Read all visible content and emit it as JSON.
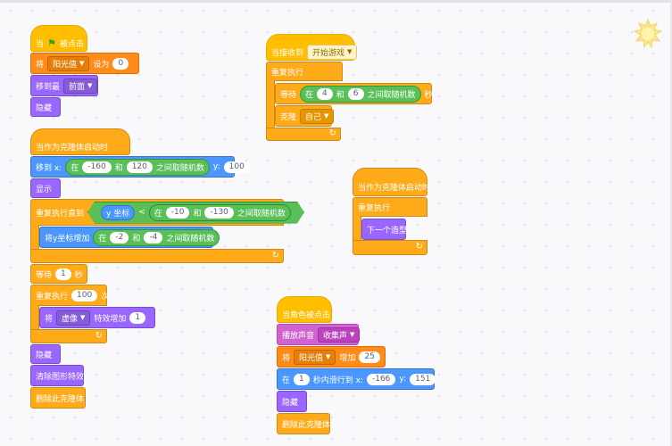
{
  "scripts": {
    "s1": {
      "hat": {
        "prefix": "当",
        "suffix": "被点击"
      },
      "set": {
        "verb": "将",
        "var": "阳光值",
        "mid": "设为",
        "value": "0"
      },
      "layer": {
        "verb": "移到最",
        "option": "前面"
      },
      "hide": "隐藏"
    },
    "s2": {
      "hat": "当作为克隆体启动时",
      "goto": {
        "verb": "移到 x:",
        "at": "在",
        "min": "-160",
        "and": "和",
        "max": "120",
        "rand": "之间取随机数",
        "ylabel": "y:",
        "y": "100"
      },
      "show": "显示",
      "repeat_until": {
        "label": "重复执行直到",
        "reporter": "y 坐标",
        "lt": "<",
        "at": "在",
        "min": "-10",
        "and": "和",
        "max": "-130",
        "rand": "之间取随机数"
      },
      "change_y": {
        "verb": "将y坐标增加",
        "at": "在",
        "min": "-2",
        "and": "和",
        "max": "-4",
        "rand": "之间取随机数"
      },
      "wait": {
        "verb": "等待",
        "value": "1",
        "unit": "秒"
      },
      "repeat": {
        "verb": "重复执行",
        "value": "100",
        "unit": "次"
      },
      "effect": {
        "verb": "将",
        "effect": "虚像",
        "mid": "特效增加",
        "value": "1"
      },
      "hide": "隐藏",
      "clear": "清除图形特效",
      "delete": "删除此克隆体"
    },
    "s3": {
      "hat": {
        "prefix": "当接收到",
        "message": "开始游戏"
      },
      "forever": "重复执行",
      "wait": {
        "verb": "等待",
        "at": "在",
        "min": "4",
        "and": "和",
        "max": "6",
        "rand": "之间取随机数",
        "unit": "秒"
      },
      "clone": {
        "verb": "克隆",
        "target": "自己"
      }
    },
    "s4": {
      "hat": "当作为克隆体启动时",
      "forever": "重复执行",
      "next": "下一个造型"
    },
    "s5": {
      "hat": "当角色被点击",
      "sound": {
        "verb": "播放声音",
        "sound": "收集声"
      },
      "change": {
        "verb": "将",
        "var": "阳光值",
        "mid": "增加",
        "value": "25"
      },
      "glide": {
        "at": "在",
        "secs": "1",
        "mid": "秒内滑行到 x:",
        "x": "-166",
        "ylabel": "y:",
        "y": "151"
      },
      "hide": "隐藏",
      "delete": "删除此克隆体"
    }
  },
  "colors": {
    "events": "#ffbf00",
    "control": "#ffab19",
    "variables": "#ff8c1a",
    "motion": "#4c97ff",
    "looks": "#9966ff",
    "sound": "#cf63cf",
    "operators": "#59c059"
  }
}
